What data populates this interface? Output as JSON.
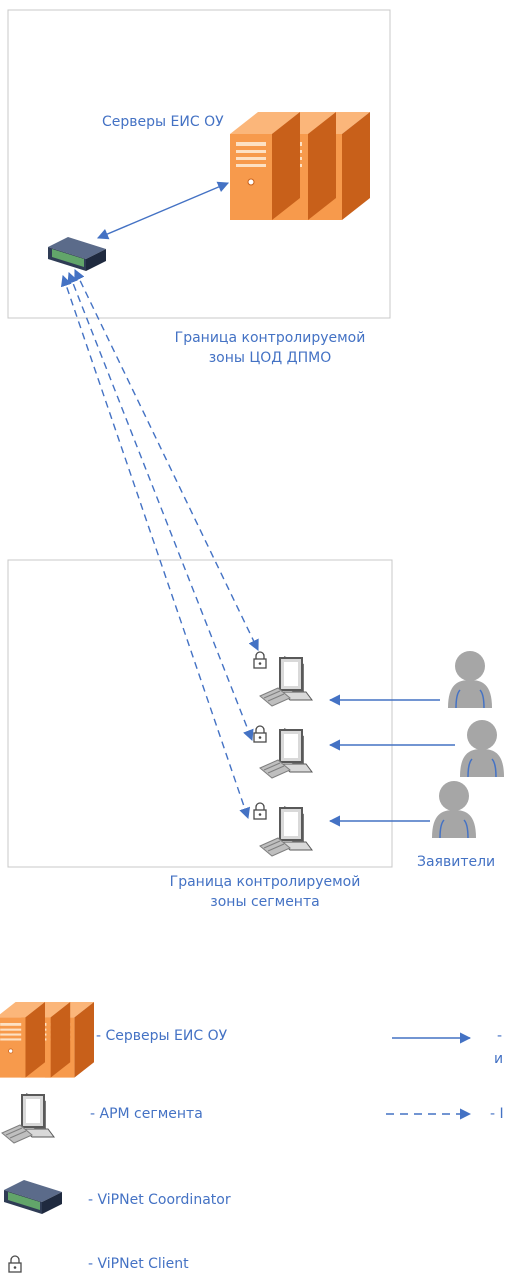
{
  "zones": {
    "dc": {
      "label_line1": "Граница контролируемой",
      "label_line2": "зоны ЦОД ДПМО"
    },
    "segment": {
      "label_line1": "Граница контролируемой",
      "label_line2": "зоны сегмента"
    }
  },
  "servers": {
    "label": "Серверы ЕИС ОУ"
  },
  "applicants": {
    "label": "Заявители"
  },
  "legend": {
    "servers": "- Серверы ЕИС ОУ",
    "arm": "- АРМ сегмента",
    "coordinator": "- ViPNet Coordinator",
    "client": "- ViPNet Client",
    "solid_arrow_1": "-",
    "solid_arrow_2": "и",
    "dashed_arrow": "- I"
  },
  "colors": {
    "accent": "#4472c4",
    "server_orange": "#f79a4c",
    "server_dark": "#d96b1f",
    "box_border": "#c8c8c8",
    "person_gray": "#a6a6a6"
  }
}
